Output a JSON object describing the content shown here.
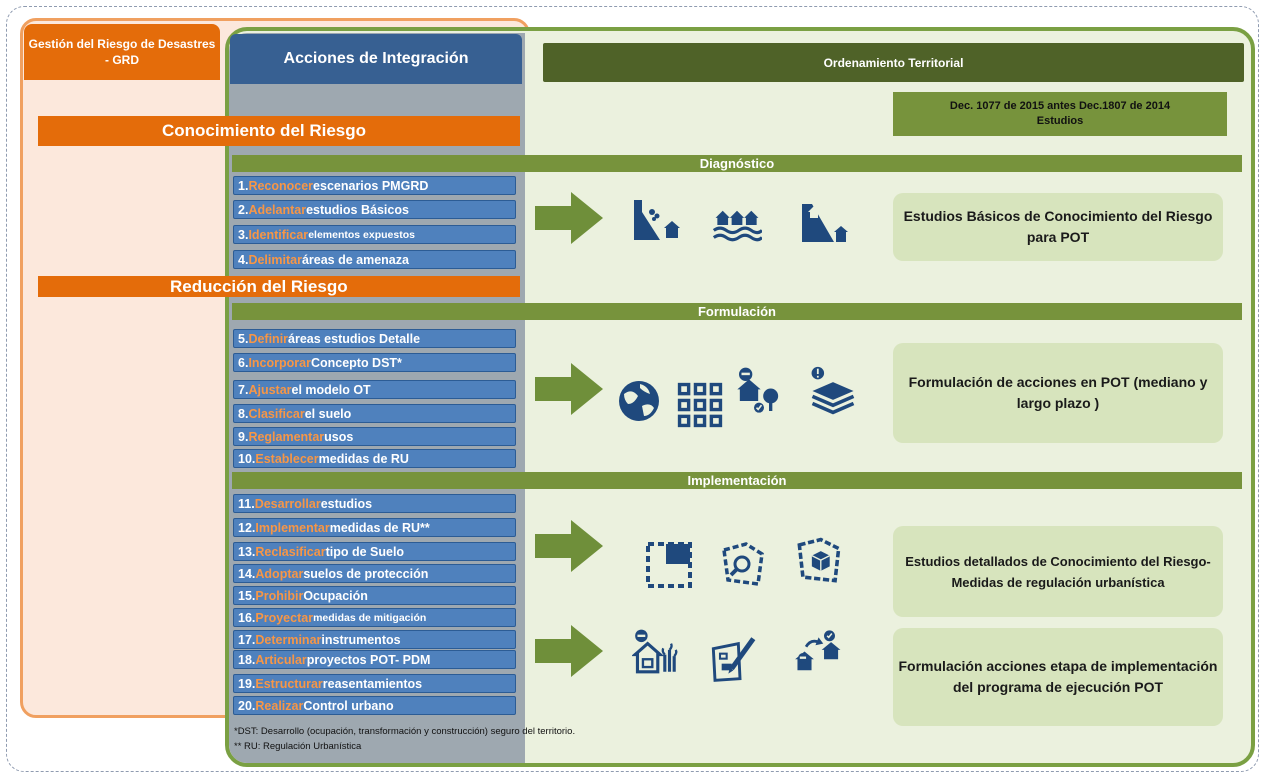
{
  "headers": {
    "grd": "Gestión del Riesgo de Desastres - GRD",
    "acciones": "Acciones de Integración",
    "ordenamiento": "Ordenamiento Territorial",
    "decree_line1": "Dec. 1077 de 2015 antes Dec.1807  de 2014",
    "decree_line2": "Estudios"
  },
  "grd_sections": {
    "conocimiento": "Conocimiento del Riesgo",
    "reduccion": "Reducción del Riesgo"
  },
  "phases": {
    "diagnostico": "Diagnóstico",
    "formulacion": "Formulación",
    "implementacion": "Implementación"
  },
  "steps": [
    {
      "num": "1.",
      "verb": "Reconocer",
      "rest": " escenarios PMGRD"
    },
    {
      "num": "2.",
      "verb": "Adelantar",
      "rest": " estudios Básicos"
    },
    {
      "num": "3.",
      "verb": "Identificar",
      "rest": " elementos expuestos"
    },
    {
      "num": "4.",
      "verb": "Delimitar",
      "rest": " áreas  de amenaza"
    },
    {
      "num": "5.",
      "verb": "Definir",
      "rest": " áreas estudios Detalle"
    },
    {
      "num": "6.",
      "verb": "Incorporar",
      "rest": " Concepto DST*"
    },
    {
      "num": "7.",
      "verb": "Ajustar",
      "rest": " el modelo OT"
    },
    {
      "num": "8.",
      "verb": "Clasificar",
      "rest": " el suelo"
    },
    {
      "num": "9.",
      "verb": "Reglamentar",
      "rest": " usos"
    },
    {
      "num": "10.",
      "verb": "Establecer",
      "rest": " medidas de RU"
    },
    {
      "num": "11.",
      "verb": "Desarrollar",
      "rest": " estudios"
    },
    {
      "num": "12.",
      "verb": "Implementar",
      "rest": " medidas de RU**"
    },
    {
      "num": "13.",
      "verb": "Reclasificar",
      "rest": " tipo de Suelo"
    },
    {
      "num": "14.",
      "verb": "Adoptar",
      "rest": " suelos de protección"
    },
    {
      "num": "15.",
      "verb": "Prohibir",
      "rest": " Ocupación"
    },
    {
      "num": "16.",
      "verb": "Proyectar",
      "rest": " medidas  de mitigación"
    },
    {
      "num": "17.",
      "verb": "Determinar",
      "rest": " instrumentos"
    },
    {
      "num": "18.",
      "verb": "Articular",
      "rest": " proyectos POT- PDM"
    },
    {
      "num": "19.",
      "verb": "Estructurar",
      "rest": " reasentamientos"
    },
    {
      "num": "20. ",
      "verb": "Realizar",
      "rest": " Control urbano"
    }
  ],
  "results": {
    "r1": "Estudios Básicos de Conocimiento del Riesgo  para POT",
    "r2": "Formulación de acciones en  POT (mediano y largo plazo )",
    "r3": "Estudios detallados de Conocimiento del Riesgo- Medidas de regulación urbanística",
    "r4": "Formulación acciones etapa de implementación del programa de ejecución POT"
  },
  "footnotes": {
    "dst": "*DST:  Desarrollo (ocupación, transformación y construcción) seguro del territorio.",
    "ru": "** RU: Regulación Urbanística"
  },
  "icons": [
    "landslide-house-icon",
    "flood-houses-icon",
    "slope-house-icon",
    "globe-icon",
    "grid-icon",
    "house-tree-icon",
    "layers-icon",
    "selection-area-icon",
    "search-map-icon",
    "map-package-icon",
    "house-plants-icon",
    "plan-edit-icon",
    "relocation-icon"
  ],
  "colors": {
    "orange": "#e46c0a",
    "blue_header": "#376092",
    "step_blue": "#4f81bd",
    "verb_orange": "#f79646",
    "dark_green": "#4f6228",
    "green": "#77933c",
    "light_green": "#d7e4bd",
    "icon_blue": "#1f497d"
  }
}
